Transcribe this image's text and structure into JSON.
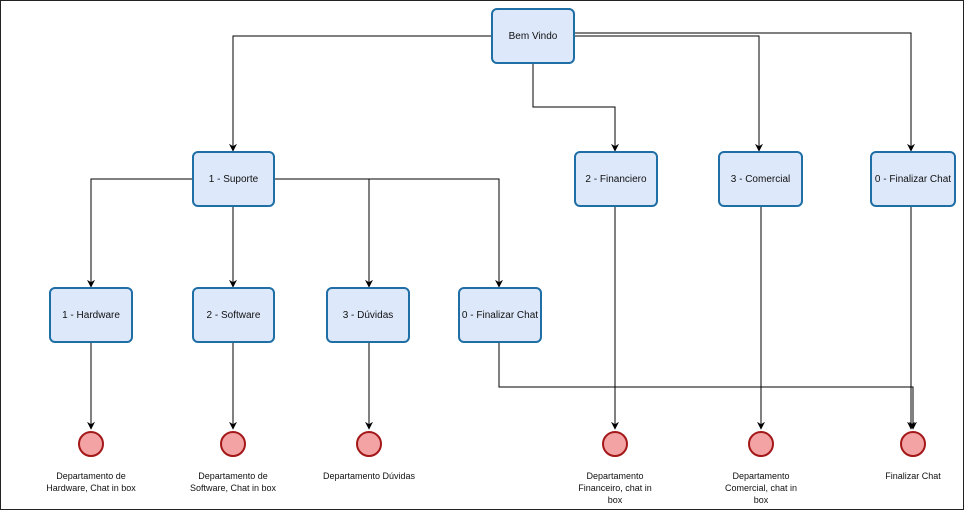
{
  "diagram": {
    "nodes": {
      "bem_vindo": "Bem Vindo",
      "suporte": "1 - Suporte",
      "financeiro": "2 - Financiero",
      "comercial": "3 - Comercial",
      "finalizar_top": "0 - Finalizar Chat",
      "hardware": "1 - Hardware",
      "software": "2 - Software",
      "duvidas": "3 - Dúvidas",
      "finalizar_sub": "0 - Finalizar Chat"
    },
    "endpoints": {
      "hardware": "Departamento de Hardware, Chat in box",
      "software": "Departamento de Software, Chat in box",
      "duvidas": "Departamento Dúvidas",
      "financeiro": "Departamento Financeiro, chat in box",
      "comercial": "Departamento Comercial, chat in box",
      "finalizar": "Finalizar Chat"
    },
    "colors": {
      "node_fill": "#dde8fa",
      "node_border": "#1f6ea5",
      "end_fill": "#f4a3a5",
      "end_border": "#a31818",
      "edge": "#000000"
    }
  }
}
